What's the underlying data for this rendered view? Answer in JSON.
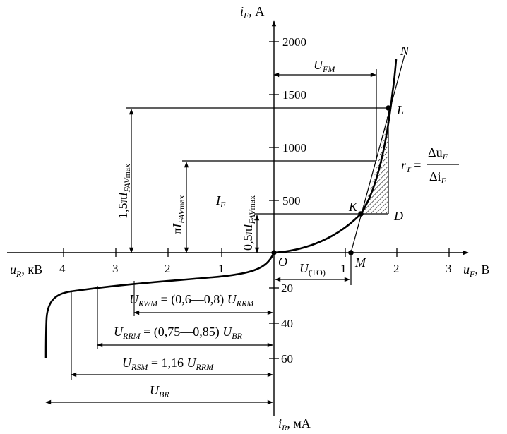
{
  "axes": {
    "y_pos_label": "i",
    "y_pos_sub": "F",
    "y_pos_unit": ", А",
    "y_neg_label": "i",
    "y_neg_sub": "R",
    "y_neg_unit": ", мА",
    "x_pos_label": "u",
    "x_pos_sub": "F",
    "x_pos_unit": ", В",
    "x_neg_label": "u",
    "x_neg_sub": "R",
    "x_neg_unit": ", кВ",
    "origin": "O"
  },
  "ticks": {
    "y_pos": [
      "500",
      "1000",
      "1500",
      "2000"
    ],
    "y_neg": [
      "20",
      "40",
      "60"
    ],
    "x_pos": [
      "1",
      "2",
      "3"
    ],
    "x_neg": [
      "1",
      "2",
      "3",
      "4"
    ]
  },
  "points": {
    "N": "N",
    "L": "L",
    "K": "K",
    "D": "D",
    "M": "M"
  },
  "labels": {
    "ufm": "U",
    "ufm_sub": "FM",
    "uto": "U",
    "uto_sub": "(ТО)",
    "if": "I",
    "if_sub": "F",
    "rt_lhs": "r",
    "rt_lhs_sub": "T",
    "rt_eq": " = ",
    "rt_num": "Δu",
    "rt_num_sub": "F",
    "rt_den": "Δi",
    "rt_den_sub": "F",
    "ifav_15": "1,5π",
    "ifav_pi": "π",
    "ifav_05": "0,5π",
    "ifav_I": "I",
    "ifav_sub": "FAV",
    "ifav_max": "max"
  },
  "reverse": {
    "urwm_U": "U",
    "urwm_sub": "RWM",
    "urwm_eq": " = (0,6—0,8) ",
    "urwm_U2": "U",
    "urwm_sub2": "RRM",
    "urrm_U": "U",
    "urrm_sub": "RRM",
    "urrm_eq": " = (0,75—0,85) ",
    "urrm_U2": "U",
    "urrm_sub2": "BR",
    "ursm_U": "U",
    "ursm_sub": "RSM",
    "ursm_eq": " = 1,16 ",
    "ursm_U2": "U",
    "ursm_sub2": "RRM",
    "ubr_U": "U",
    "ubr_sub": "BR"
  }
}
